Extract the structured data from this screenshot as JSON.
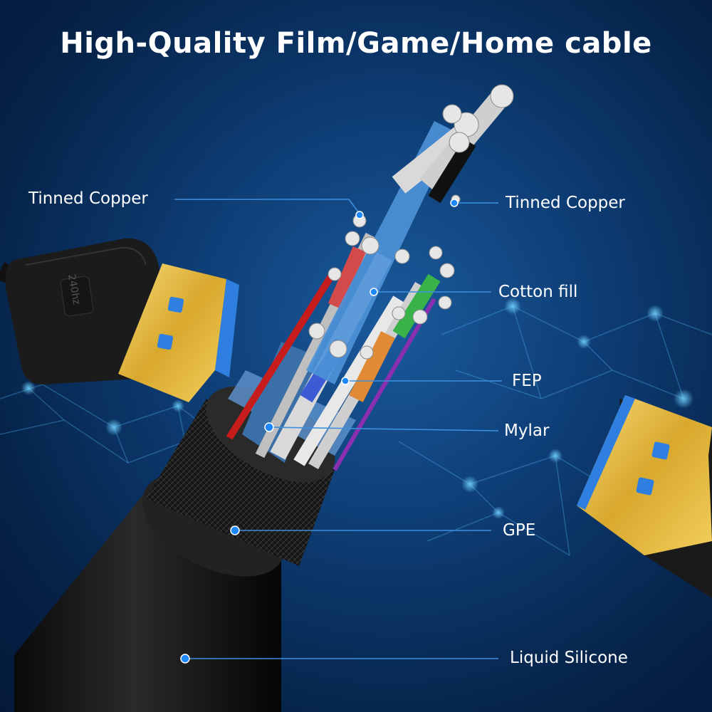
{
  "title": "High-Quality Film/Game/Home cable",
  "connector_marking": "240hz",
  "callouts": {
    "tinned_copper_left": "Tinned Copper",
    "tinned_copper_right": "Tinned Copper",
    "cotton_fill": "Cotton fill",
    "fep": "FEP",
    "mylar": "Mylar",
    "gpe": "GPE",
    "liquid_silicone": "Liquid Silicone"
  },
  "colors": {
    "background": "#0d3b72",
    "callout_line": "#3d8fe0",
    "callout_dot": "#1e88ff",
    "gold": "#e0b640",
    "connector_blue": "#2f7fe0"
  }
}
